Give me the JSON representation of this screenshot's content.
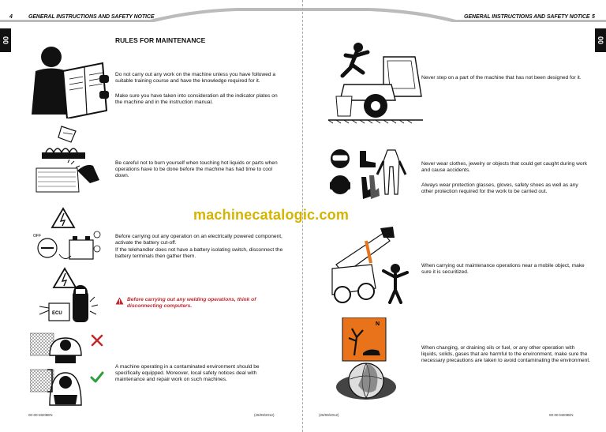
{
  "left_page": {
    "header": "GENERAL INSTRUCTIONS AND SAFETY NOTICE",
    "page_number": "4",
    "tab": "00",
    "section_title": "RULES FOR MAINTENANCE",
    "para1a": "Do not carry out any work on the machine unless you have followed a suitable training course and have the knowledge required for it.",
    "para1b": "Make sure you have taken into consideration all the indicator plates on the machine and in the instruction manual.",
    "para2": "Be careful not to burn yourself when touching hot liquids or parts when operations have to be done before the machine has had time to cool down.",
    "para3a": "Before carrying out any operation on an electrically powered component, activate the battery cut-off.",
    "para3b": "If the telehandler does not have a battery isolating switch, disconnect the battery terminals then gather them.",
    "warning": "Before carrying out any welding operations, think of disconnecting computers.",
    "para4": "A machine operating in a contaminated environment should be specifically equipped. Moreover, local safety notices deal with maintenance and repair work on such machines.",
    "footer_left": "00-00-M209EN",
    "footer_right": "(26/09/2012)"
  },
  "right_page": {
    "header": "GENERAL INSTRUCTIONS AND SAFETY NOTICE",
    "page_number": "5",
    "tab": "00",
    "para1": "Never step on a part of the machine that has not been designed for it.",
    "para2a": "Never wear clothes, jewelry or objects that could get caught during work and cause accidents.",
    "para2b": "Always wear protection glasses, gloves, safety shoes as well as any other protection required for the work to be carried out.",
    "para3": "When carrying out maintenance operations near a mobile object, make sure it is securitized.",
    "para4": "When changing, or draining oils or fuel, or any other operation with liquids, solids, gases that are harmful to the environment, make sure the necessary precautions are taken to avoid contaminating the environment.",
    "hazard_letter": "N",
    "footer_left": "(26/09/2012)",
    "footer_right": "00-00-M209EN"
  },
  "watermark": "machinecatalogic.com",
  "colors": {
    "accent": "#c1272d",
    "watermark": "#d4b400",
    "hazard_orange": "#e8731a",
    "check_green": "#2e9e3a"
  }
}
